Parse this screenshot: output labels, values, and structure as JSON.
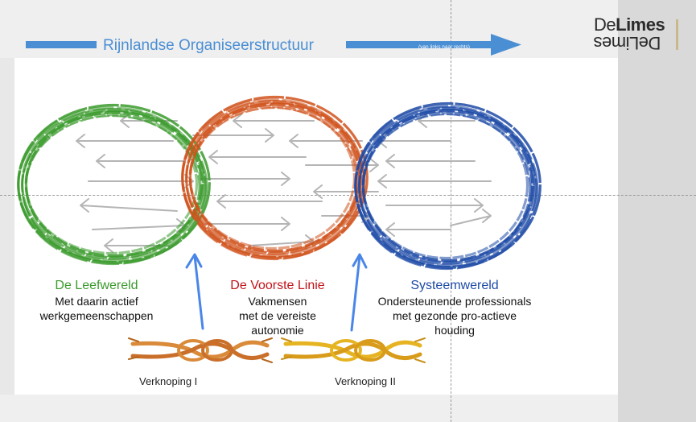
{
  "header": {
    "title": "Rijnlandse Organiseerstructuur",
    "direction_note": "(van links naar rechts)"
  },
  "logo": {
    "part1": "De",
    "part2": "Limes"
  },
  "circles": [
    {
      "heading": "De Leefwereld",
      "lines": [
        "Met daarin actief",
        "werkgemeenschappen"
      ],
      "color": "#3a9a2c"
    },
    {
      "heading": "De Voorste Linie",
      "lines": [
        "Vakmensen",
        "met de vereiste",
        "autonomie"
      ],
      "color": "#d0521c"
    },
    {
      "heading": "Systeemwereld",
      "lines": [
        "Ondersteunende professionals",
        "met gezonde pro-actieve",
        "houding"
      ],
      "color": "#1d4aa6"
    }
  ],
  "knots": [
    {
      "label": "Verknoping I",
      "color": "#d98b3a"
    },
    {
      "label": "Verknoping II",
      "color": "#e6b422"
    }
  ],
  "colors": {
    "title_arrow": "#4a8fd4",
    "up_arrow": "#4a86e8",
    "sketch_arrows": "#b5b5b5",
    "voorste_linie_heading": "#c0151b"
  }
}
